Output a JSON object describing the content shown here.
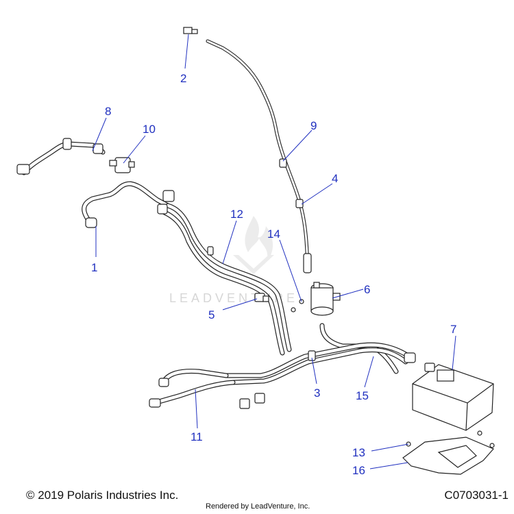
{
  "watermark": "LEADVENTURE",
  "callouts": [
    {
      "id": "1",
      "label": "1"
    },
    {
      "id": "2",
      "label": "2"
    },
    {
      "id": "3",
      "label": "3"
    },
    {
      "id": "4",
      "label": "4"
    },
    {
      "id": "5",
      "label": "5"
    },
    {
      "id": "6",
      "label": "6"
    },
    {
      "id": "7",
      "label": "7"
    },
    {
      "id": "8",
      "label": "8"
    },
    {
      "id": "9",
      "label": "9"
    },
    {
      "id": "10",
      "label": "10"
    },
    {
      "id": "11",
      "label": "11"
    },
    {
      "id": "12",
      "label": "12"
    },
    {
      "id": "13",
      "label": "13"
    },
    {
      "id": "14",
      "label": "14"
    },
    {
      "id": "15",
      "label": "15"
    },
    {
      "id": "16",
      "label": "16"
    }
  ],
  "footer": {
    "copyright": "© 2019 Polaris Industries Inc.",
    "rendered_by": "Rendered by LeadVenture, Inc.",
    "diagram_code": "C0703031-1"
  },
  "colors": {
    "callout": "#1f2fbf",
    "line_art": "#222222",
    "watermark": "#d6d6d6"
  }
}
